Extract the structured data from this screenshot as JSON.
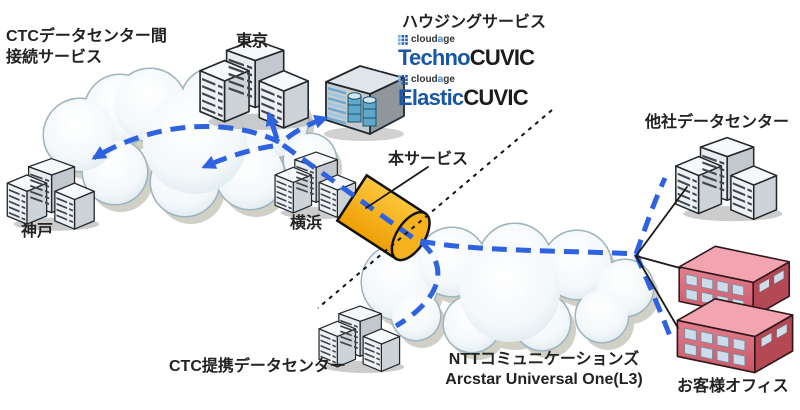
{
  "left_service": {
    "title_line1": "CTCデータセンター間",
    "title_line2": "接続サービス"
  },
  "nodes": {
    "tokyo": {
      "label": "東京"
    },
    "kobe": {
      "label": "神戸"
    },
    "yokohama": {
      "label": "横浜"
    },
    "partner_dc": {
      "label": "CTC提携データセンター"
    },
    "other_dc": {
      "label": "他社データセンター"
    },
    "customer_office": {
      "label": "お客様オフィス"
    }
  },
  "housing": {
    "title": "ハウジングサービス",
    "products": [
      {
        "cloudage_prefix": "cloud",
        "cloudage_accent": "a",
        "cloudage_suffix": "ge",
        "name_blue": "Techno",
        "name_dark": "CUVIC"
      },
      {
        "cloudage_prefix": "cloud",
        "cloudage_accent": "a",
        "cloudage_suffix": "ge",
        "name_blue": "Elastic",
        "name_dark": "CUVIC"
      }
    ]
  },
  "service_label": "本サービス",
  "wan": {
    "line1": "NTTコミュニケーションズ",
    "line2": "Arcstar Universal One(L3)"
  },
  "colors": {
    "link_blue": "#2f62e0",
    "pipe_amber": "#f6ae12",
    "building_pink": "#e2808d",
    "cloud_edge": "#9fb4be",
    "logo_blue": "#1857a8"
  }
}
